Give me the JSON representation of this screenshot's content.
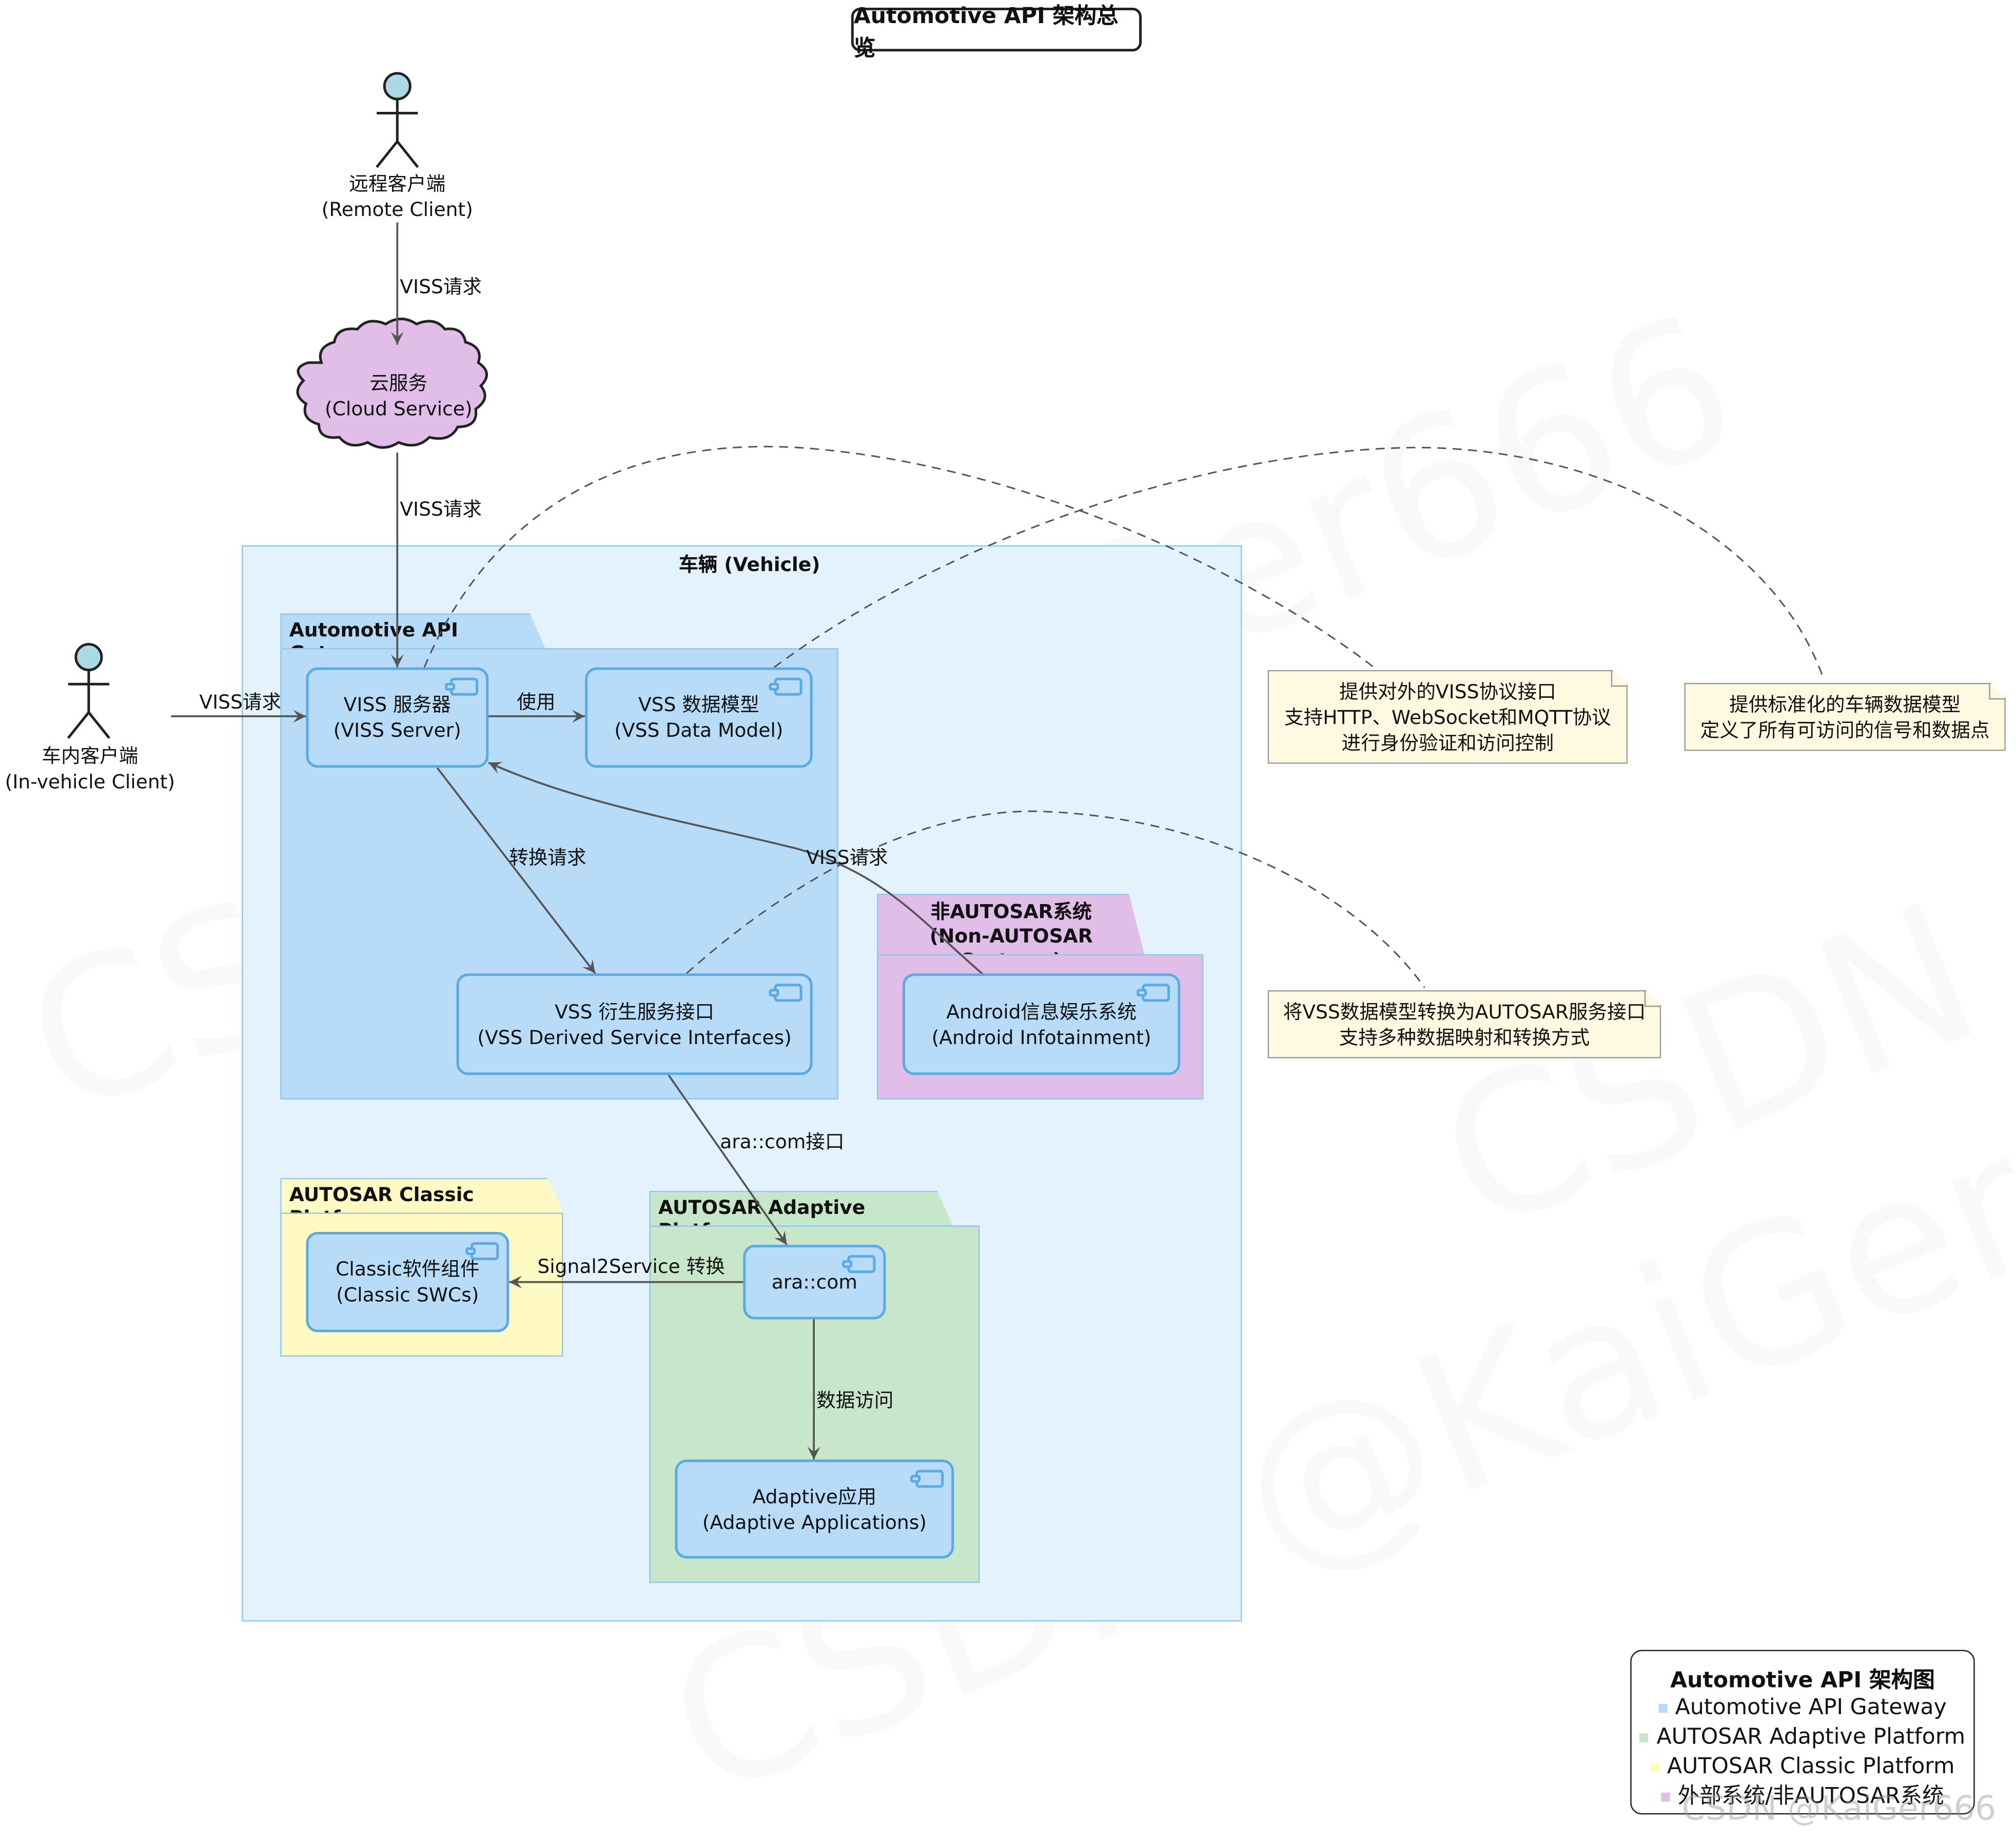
{
  "title": "Automotive API 架构总览",
  "actors": {
    "remote": {
      "line1": "远程客户端",
      "line2": "(Remote Client)"
    },
    "invehicle": {
      "line1": "车内客户端",
      "line2": "(In-vehicle Client)"
    }
  },
  "cloud": {
    "line1": "云服务",
    "line2": "(Cloud Service)"
  },
  "vehicle_frame": "车辆 (Vehicle)",
  "packages": {
    "gateway": "Automotive API Gateway",
    "non_autosar": {
      "line1": "非AUTOSAR系统",
      "line2": "(Non-AUTOSAR Systems)"
    },
    "classic": "AUTOSAR Classic Platform",
    "adaptive": "AUTOSAR Adaptive Platform"
  },
  "components": {
    "viss_server": {
      "line1": "VISS 服务器",
      "line2": "(VISS Server)"
    },
    "vss_model": {
      "line1": "VSS 数据模型",
      "line2": "(VSS Data Model)"
    },
    "vss_derived": {
      "line1": "VSS 衍生服务接口",
      "line2": "(VSS Derived Service Interfaces)"
    },
    "android": {
      "line1": "Android信息娱乐系统",
      "line2": "(Android Infotainment)"
    },
    "classic_swc": {
      "line1": "Classic软件组件",
      "line2": "(Classic SWCs)"
    },
    "aracom": {
      "line1": "ara::com"
    },
    "adaptive_apps": {
      "line1": "Adaptive应用",
      "line2": "(Adaptive Applications)"
    }
  },
  "edges": {
    "remote_to_cloud": "VISS请求",
    "cloud_to_server": "VISS请求",
    "invehicle_to_server": "VISS请求",
    "server_uses_model": "使用",
    "server_to_derived": "转换请求",
    "android_to_server": "VISS请求",
    "derived_to_aracom": "ara::com接口",
    "aracom_to_classic": "Signal2Service 转换",
    "aracom_to_apps": "数据访问"
  },
  "notes": {
    "viss": [
      "提供对外的VISS协议接口",
      "支持HTTP、WebSocket和MQTT协议",
      "进行身份验证和访问控制"
    ],
    "model": [
      "提供标准化的车辆数据模型",
      "定义了所有可访问的信号和数据点"
    ],
    "derived": [
      "将VSS数据模型转换为AUTOSAR服务接口",
      "支持多种数据映射和转换方式"
    ]
  },
  "legend": {
    "title": "Automotive API 架构图",
    "items": [
      {
        "label": "Automotive API Gateway",
        "color": "#b8dcf7"
      },
      {
        "label": "AUTOSAR Adaptive Platform",
        "color": "#c8e6c9"
      },
      {
        "label": "AUTOSAR Classic Platform",
        "color": "#fff9c4"
      },
      {
        "label": "外部系统/非AUTOSAR系统",
        "color": "#e1bee7"
      }
    ]
  },
  "watermark": "CSDN @KaiGer666",
  "colors": {
    "gateway": "#b8dcf7",
    "adaptive": "#c8e6c9",
    "classic": "#fff9c4",
    "external": "#e1bee7",
    "vehicle": "#e3f2fd",
    "component_border": "#5aaae6",
    "note": "#fef9e0"
  }
}
